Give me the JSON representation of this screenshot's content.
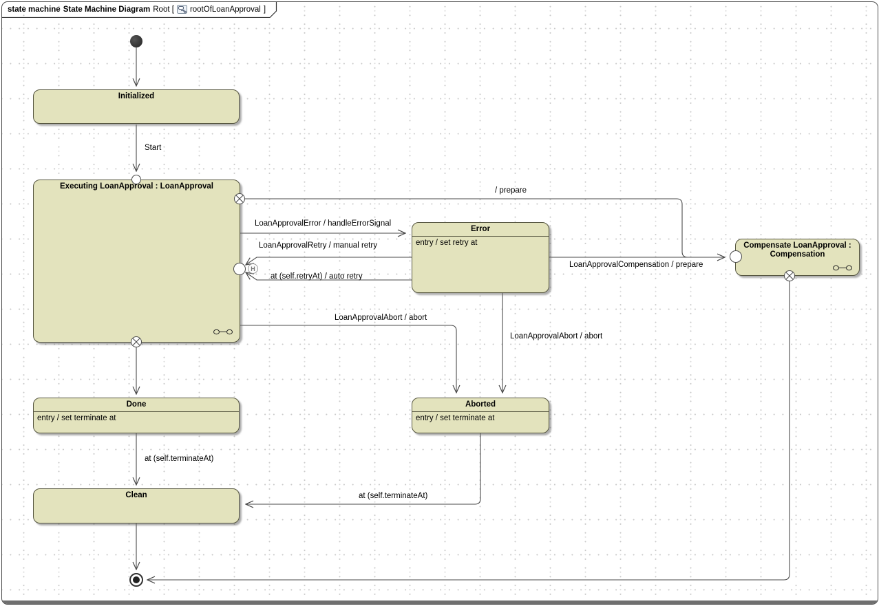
{
  "header": {
    "kind": "state machine",
    "title": "State Machine Diagram",
    "context": "Root [",
    "diagram_name": "rootOfLoanApproval",
    "close_bracket": "]"
  },
  "states": {
    "initialized": {
      "title": "Initialized"
    },
    "executing": {
      "title": "Executing LoanApproval : LoanApproval"
    },
    "error": {
      "title": "Error",
      "entry": "entry / set retry at"
    },
    "compensate": {
      "title_line1": "Compensate LoanApproval :",
      "title_line2": "Compensation"
    },
    "done": {
      "title": "Done",
      "entry": "entry / set terminate at"
    },
    "aborted": {
      "title": "Aborted",
      "entry": "entry / set terminate at"
    },
    "clean": {
      "title": "Clean"
    }
  },
  "transitions": {
    "start": "Start",
    "prepare": "/ prepare",
    "error_signal": "LoanApprovalError / handleErrorSignal",
    "manual_retry": "LoanApprovalRetry / manual retry",
    "auto_retry": "at (self.retryAt) / auto retry",
    "compensation": "LoanApprovalCompensation / prepare",
    "abort_from_executing": "LoanApprovalAbort / abort",
    "abort_from_error": "LoanApprovalAbort / abort",
    "terminate_done": "at (self.terminateAt)",
    "terminate_aborted": "at (self.terminateAt)"
  },
  "pseudostates": {
    "history_label": "H"
  },
  "colors": {
    "state_fill": "#e3e3bd",
    "state_border": "#55553f",
    "line": "#4a4a4a",
    "grid_dot": "#c9c9c9"
  }
}
